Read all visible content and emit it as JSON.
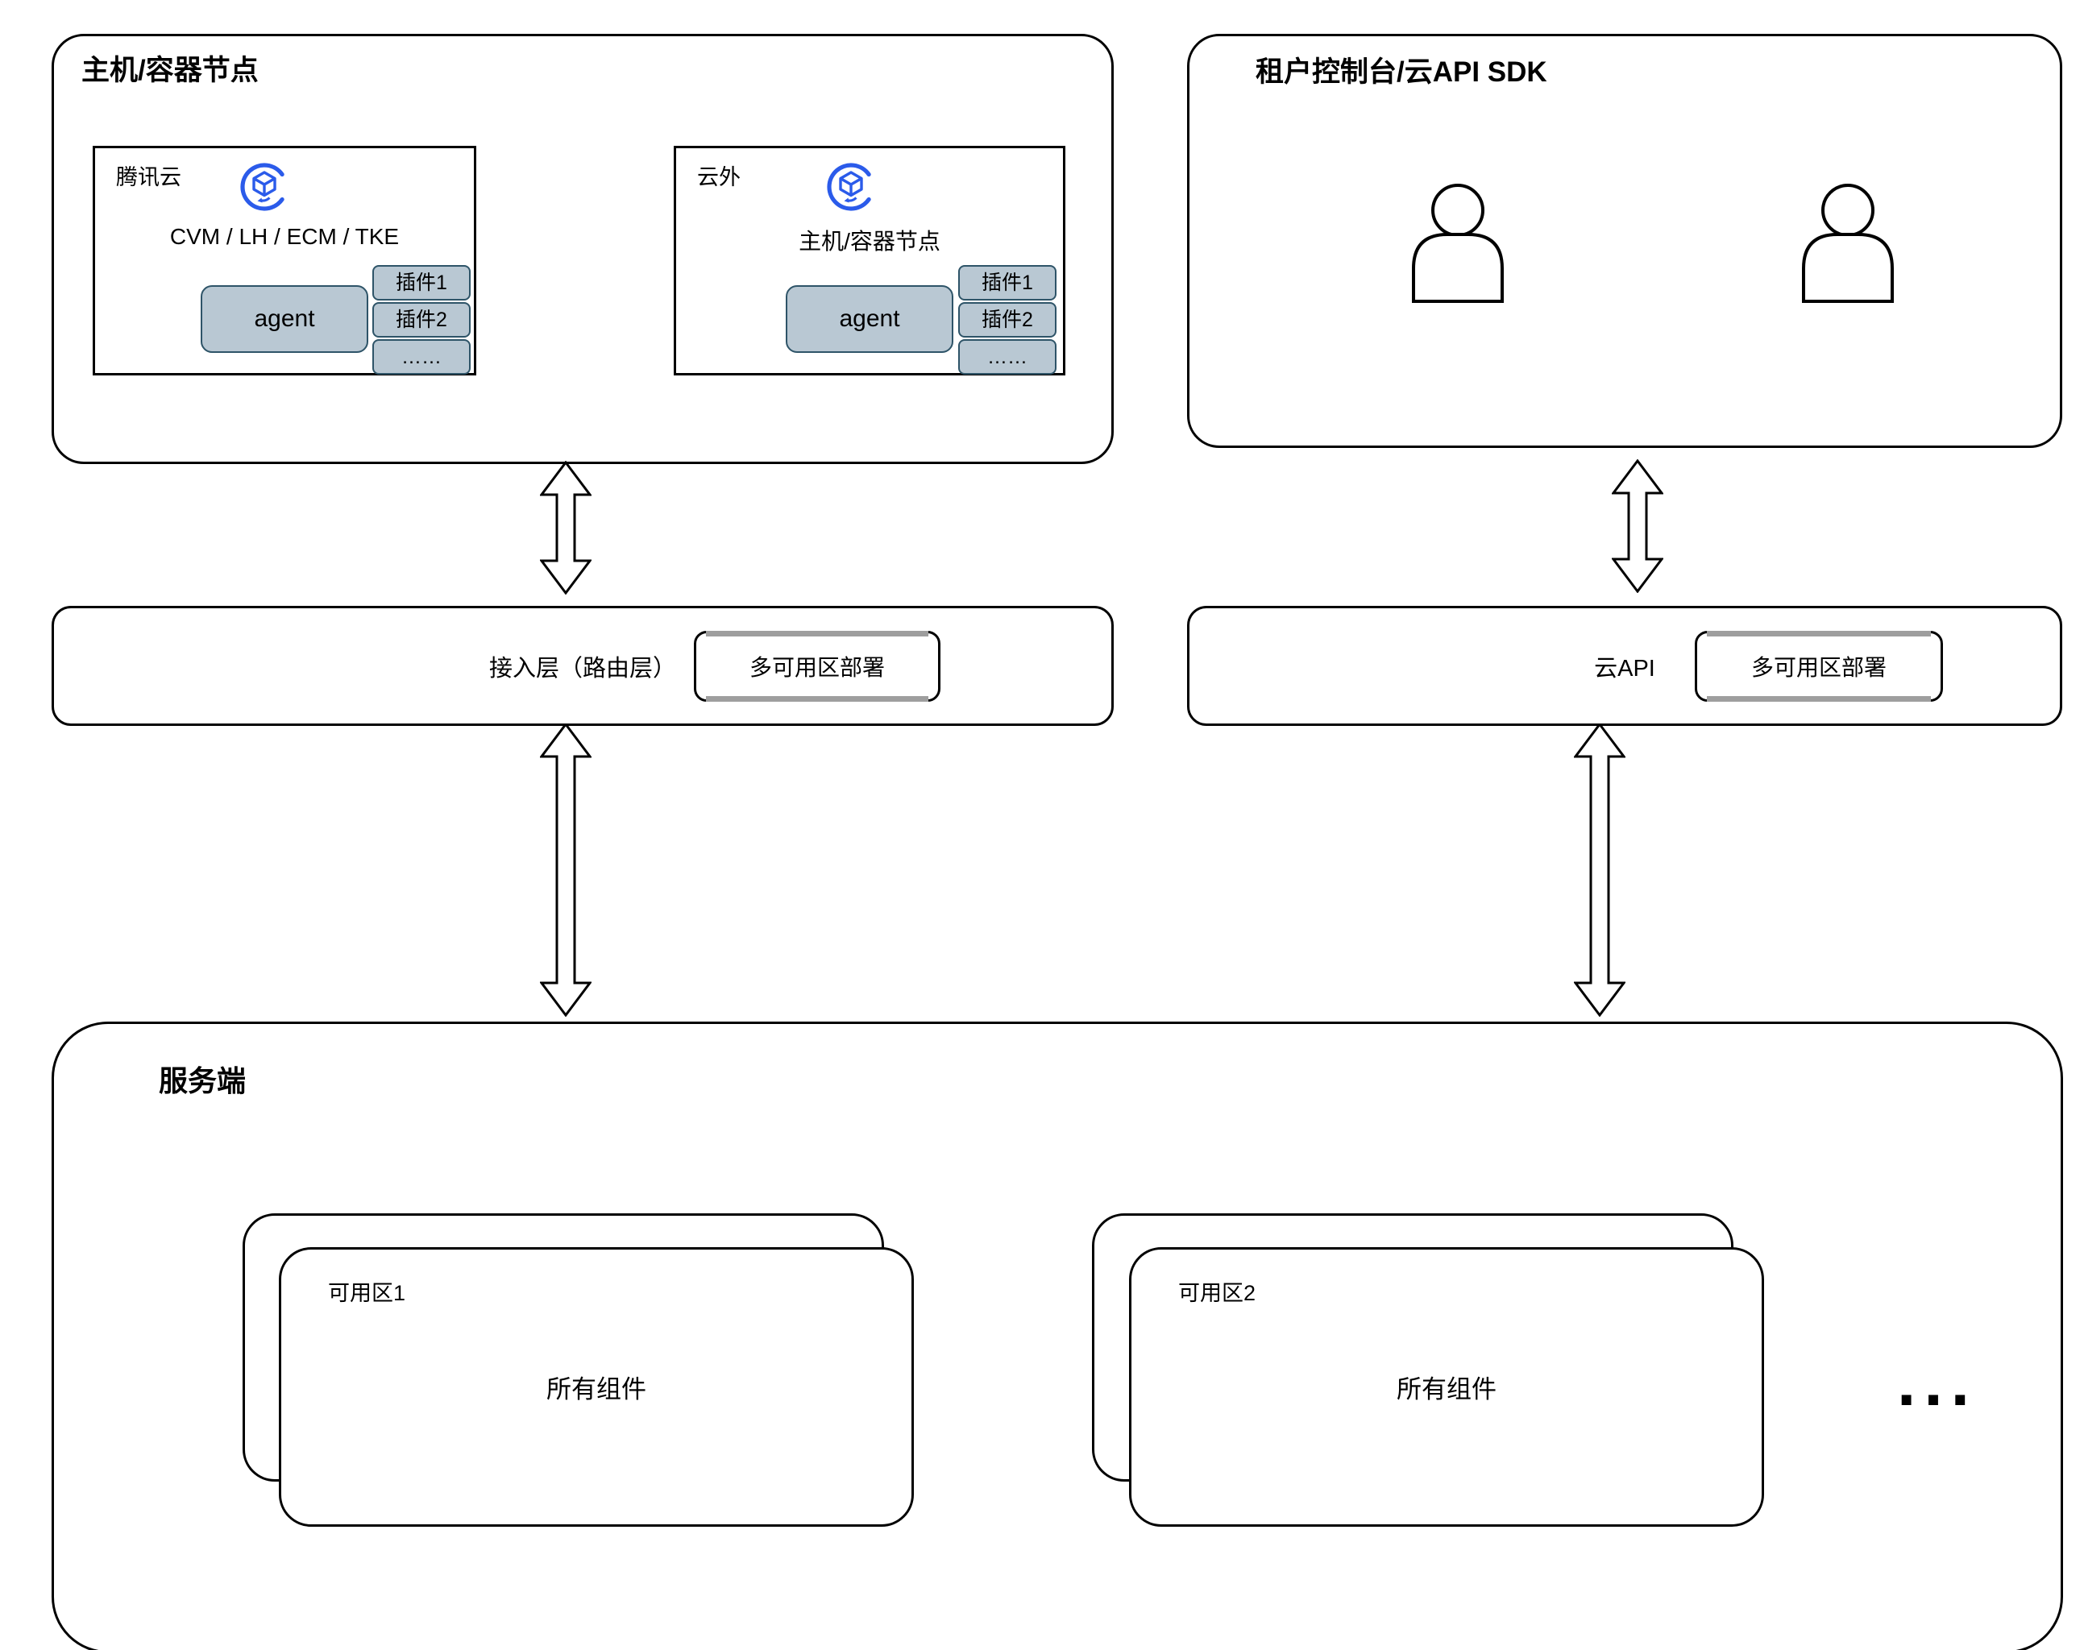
{
  "hosts": {
    "title": "主机/容器节点",
    "tencent": {
      "label": "腾讯云",
      "node_types": "CVM / LH / ECM / TKE",
      "agent": "agent",
      "plugins": [
        "插件1",
        "插件2",
        "……"
      ]
    },
    "external": {
      "label": "云外",
      "node_types": "主机/容器节点",
      "agent": "agent",
      "plugins": [
        "插件1",
        "插件2",
        "……"
      ]
    }
  },
  "console": {
    "title": "租户控制台/云API SDK"
  },
  "access_bar": {
    "label": "接入层（路由层）",
    "badge": "多可用区部署"
  },
  "api_bar": {
    "label": "云API",
    "badge": "多可用区部署"
  },
  "server": {
    "title": "服务端",
    "zones": [
      {
        "label": "可用区1",
        "content": "所有组件"
      },
      {
        "label": "可用区2",
        "content": "所有组件"
      }
    ],
    "more": "..."
  },
  "icons": {
    "logo": "tencent-cloud-logo-icon",
    "person": "person-icon",
    "arrow": "double-headed-arrow-icon"
  },
  "colors": {
    "logo_blue": "#2b5bea",
    "agent_fill": "#b9c8d3",
    "agent_border": "#2e5468",
    "badge_edge_gray": "#9e9e9e",
    "line_black": "#000000"
  }
}
